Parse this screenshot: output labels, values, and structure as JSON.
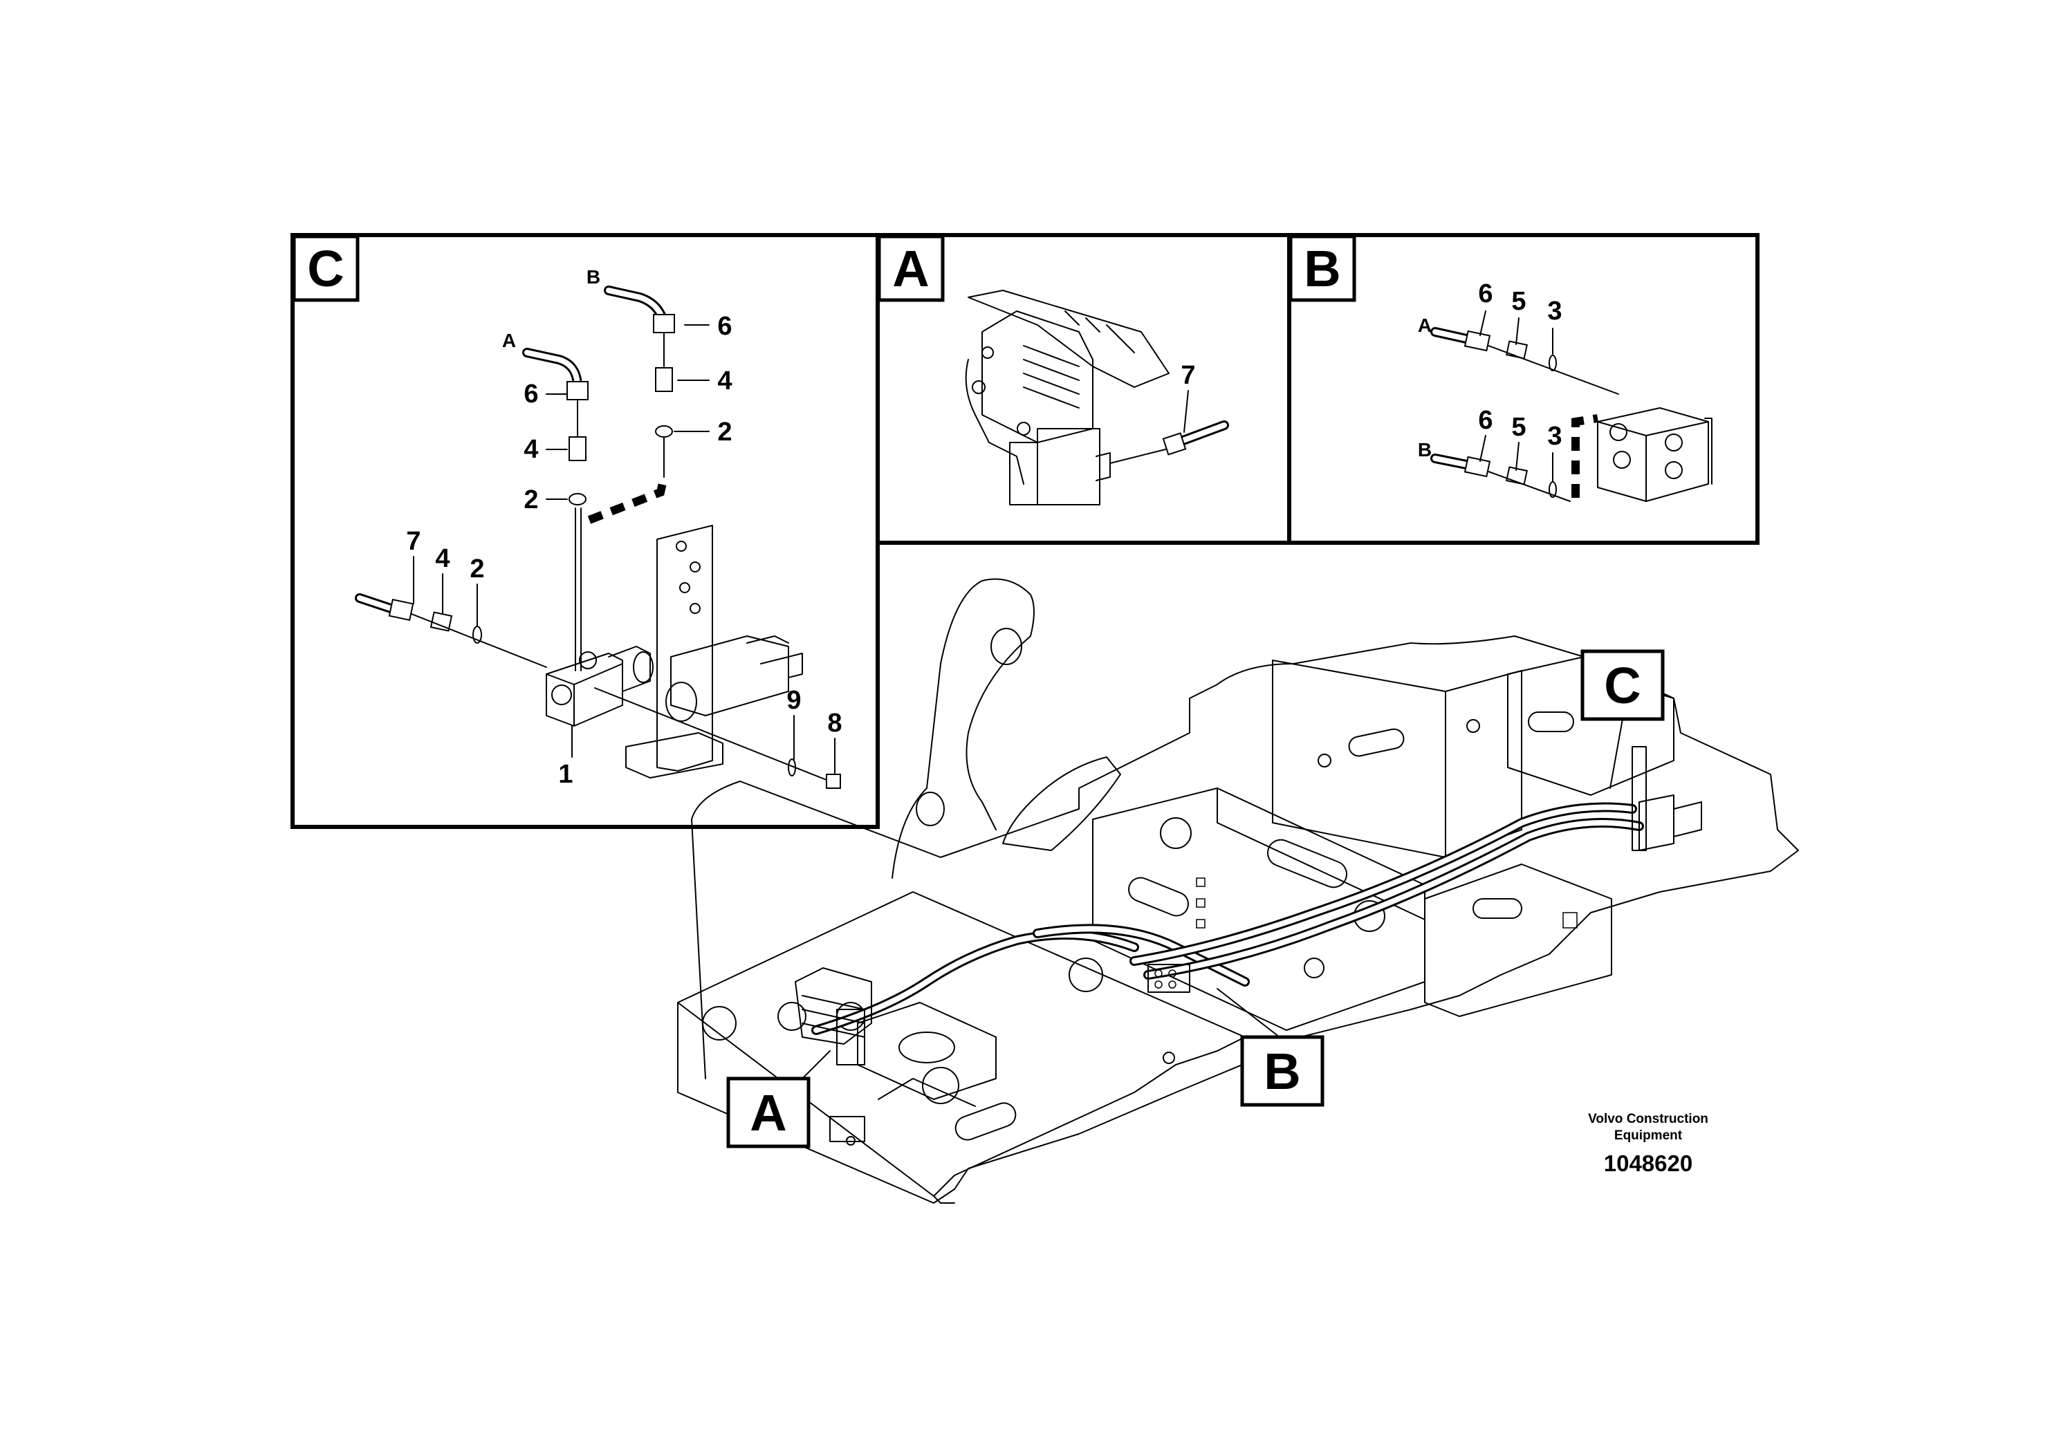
{
  "views": {
    "c": {
      "letter": "C",
      "labels": [
        "B",
        "6",
        "A",
        "6",
        "4",
        "4",
        "2",
        "2",
        "7",
        "4",
        "2",
        "9",
        "8",
        "1"
      ]
    },
    "a": {
      "letter": "A",
      "labels": [
        "7"
      ]
    },
    "b": {
      "letter": "B",
      "labels": [
        "6",
        "5",
        "3",
        "A",
        "6",
        "5",
        "3",
        "B"
      ]
    }
  },
  "main_callouts": [
    "C",
    "B",
    "A"
  ],
  "footer": {
    "company_line1": "Volvo Construction",
    "company_line2": "Equipment",
    "drawing_number": "1048620"
  }
}
